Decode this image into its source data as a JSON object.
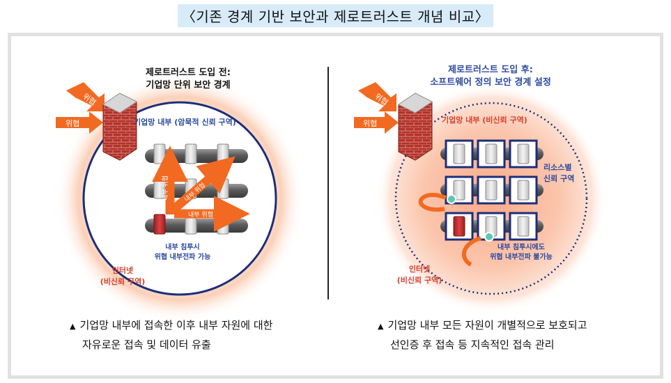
{
  "title": "〈기존 경계 기반 보안과 제로트러스트 개념 비교〉",
  "left": {
    "heading_line1": "제로트러스트 도입 전:",
    "heading_line2": "기업망 단위 보안 경계",
    "threat1": "위협",
    "threat2": "위협",
    "inside_label": "기업망 내부 (암묵적 신뢰 구역)",
    "arrow_vertical": "내부 위협",
    "arrow_diagonal": "내부 위협",
    "arrow_horizontal": "내부 위협",
    "breach_line1": "내부 침투시",
    "breach_line2": "위협 내부전파 가능",
    "internet_line1": "인터넷",
    "internet_line2": "(비신뢰 구역)",
    "caption_line1": "기업망 내부에 접속한 이후 내부 자원에 대한",
    "caption_line2": "자유로운 접속 및 데이터 유출"
  },
  "right": {
    "heading_line1": "제로트러스트 도입 후:",
    "heading_line2": "소프트웨어 정의 보안 경계 설정",
    "threat1": "위협",
    "threat2": "위협",
    "inside_label": "기업망 내부 (비신뢰 구역)",
    "resource_line1": "리소스별",
    "resource_line2": "신뢰 구역",
    "breach_line1": "내부 침투시에도",
    "breach_line2": "위협 내부전파 불가능",
    "internet_line1": "인터넷",
    "internet_line2": "(비신뢰 구역)",
    "caption_line1": "기업망 내부 모든 자원이 개별적으로 보호되고",
    "caption_line2": "선인증 후 접속 등 지속적인 접속 관리"
  },
  "caption_marker": "▲",
  "colors": {
    "threat_orange": "#f26a21",
    "boundary_navy": "#1c2e7a",
    "label_blue": "#2c4aa0",
    "label_red": "#d8402b",
    "firewall_red": "#b3322a",
    "title_bg": "#d7ebf8"
  }
}
